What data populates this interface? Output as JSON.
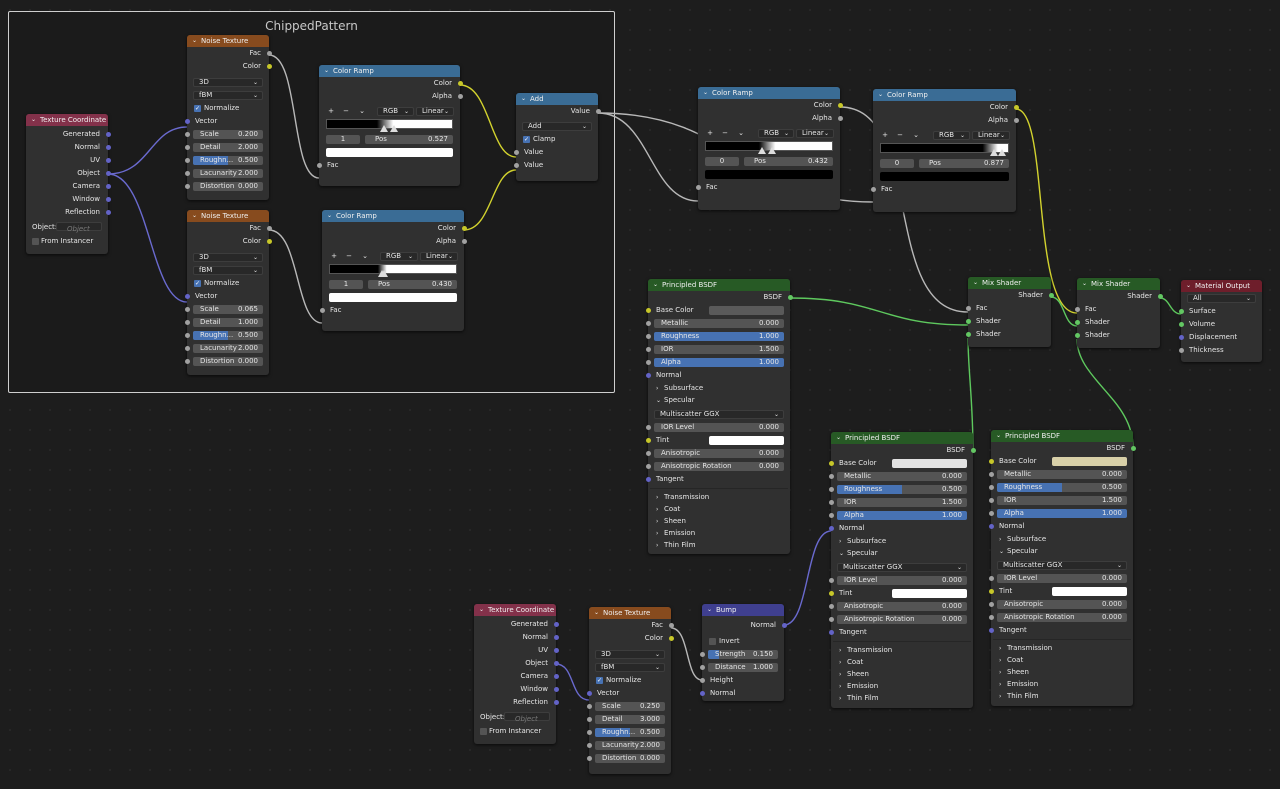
{
  "frame": {
    "label": "ChippedPattern"
  },
  "labels": {
    "fac": "Fac",
    "color": "Color",
    "alpha": "Alpha",
    "value": "Value",
    "vector": "Vector",
    "normalize": "Normalize",
    "scale": "Scale",
    "detail": "Detail",
    "roughness_short": "Roughn...",
    "lacunarity": "Lacunarity",
    "distortion": "Distortion",
    "dim_3d": "3D",
    "fbm": "fBM",
    "rgb": "RGB",
    "linear": "Linear",
    "pos": "Pos",
    "plus": "+",
    "minus": "−",
    "menu": "⌄",
    "generated": "Generated",
    "normal": "Normal",
    "uv": "UV",
    "object": "Object",
    "camera": "Camera",
    "window": "Window",
    "reflection": "Reflection",
    "object_field": "Object:",
    "object_placeholder": "Object",
    "from_instancer": "From Instancer",
    "add": "Add",
    "clamp": "Clamp",
    "shader": "Shader",
    "surface": "Surface",
    "volume": "Volume",
    "displacement": "Displacement",
    "thickness": "Thickness",
    "all": "All",
    "invert": "Invert",
    "strength": "Strength",
    "distance": "Distance",
    "height": "Height",
    "bsdf": "BSDF",
    "base_color": "Base Color",
    "metallic": "Metallic",
    "roughness": "Roughness",
    "ior": "IOR",
    "subsurface": "Subsurface",
    "specular": "Specular",
    "multiscatter": "Multiscatter GGX",
    "ior_level": "IOR Level",
    "tint": "Tint",
    "anisotropic": "Anisotropic",
    "anisotropic_rotation": "Anisotropic Rotation",
    "tangent": "Tangent",
    "transmission": "Transmission",
    "coat": "Coat",
    "sheen": "Sheen",
    "emission": "Emission",
    "thin_film": "Thin Film"
  },
  "nodes": {
    "texcoord1": {
      "title": "Texture Coordinate"
    },
    "noise1": {
      "title": "Noise Texture",
      "scale": "0.200",
      "detail": "2.000",
      "roughness": "0.500",
      "lacunarity": "2.000",
      "distortion": "0.000"
    },
    "noise2": {
      "title": "Noise Texture",
      "scale": "0.065",
      "detail": "1.000",
      "roughness": "0.500",
      "lacunarity": "2.000",
      "distortion": "0.000"
    },
    "ramp1": {
      "title": "Color Ramp",
      "index": "1",
      "pos": "0.527"
    },
    "ramp2": {
      "title": "Color Ramp",
      "index": "1",
      "pos": "0.430"
    },
    "add": {
      "title": "Add"
    },
    "ramp3": {
      "title": "Color Ramp",
      "index": "0",
      "pos": "0.432"
    },
    "ramp4": {
      "title": "Color Ramp",
      "index": "0",
      "pos": "0.877"
    },
    "bsdf1": {
      "title": "Principled BSDF",
      "metallic": "0.000",
      "roughness": "1.000",
      "ior": "1.500",
      "alpha": "1.000",
      "ior_level": "0.000",
      "anisotropic": "0.000",
      "anisotropic_rotation": "0.000"
    },
    "mix1": {
      "title": "Mix Shader"
    },
    "mix2": {
      "title": "Mix Shader"
    },
    "output": {
      "title": "Material Output"
    },
    "bsdf2": {
      "title": "Principled BSDF",
      "metallic": "0.000",
      "roughness": "0.500",
      "ior": "1.500",
      "alpha": "1.000",
      "ior_level": "0.000",
      "anisotropic": "0.000",
      "anisotropic_rotation": "0.000"
    },
    "bsdf3": {
      "title": "Principled BSDF",
      "metallic": "0.000",
      "roughness": "0.500",
      "ior": "1.500",
      "alpha": "1.000",
      "ior_level": "0.000",
      "anisotropic": "0.000",
      "anisotropic_rotation": "0.000"
    },
    "texcoord2": {
      "title": "Texture Coordinate"
    },
    "noise3": {
      "title": "Noise Texture",
      "scale": "0.250",
      "detail": "3.000",
      "roughness": "0.500",
      "lacunarity": "2.000",
      "distortion": "0.000"
    },
    "bump": {
      "title": "Bump",
      "strength": "0.150",
      "distance": "1.000"
    }
  },
  "colors": {
    "input_header": "#83314a",
    "texture_header": "#874b1e",
    "converter_header": "#3a6c95",
    "shader_header": "#275a25",
    "vector_header": "#3f3f8f",
    "output_header": "#6e1e2b",
    "socket_float": "#a1a1a1",
    "socket_color": "#c7c729",
    "socket_vector": "#6363c7",
    "socket_shader": "#63c763",
    "bsdf1_base": "#5a5a5a",
    "bsdf2_base": "#e2e2e2",
    "bsdf3_base": "#d8d0a8"
  }
}
